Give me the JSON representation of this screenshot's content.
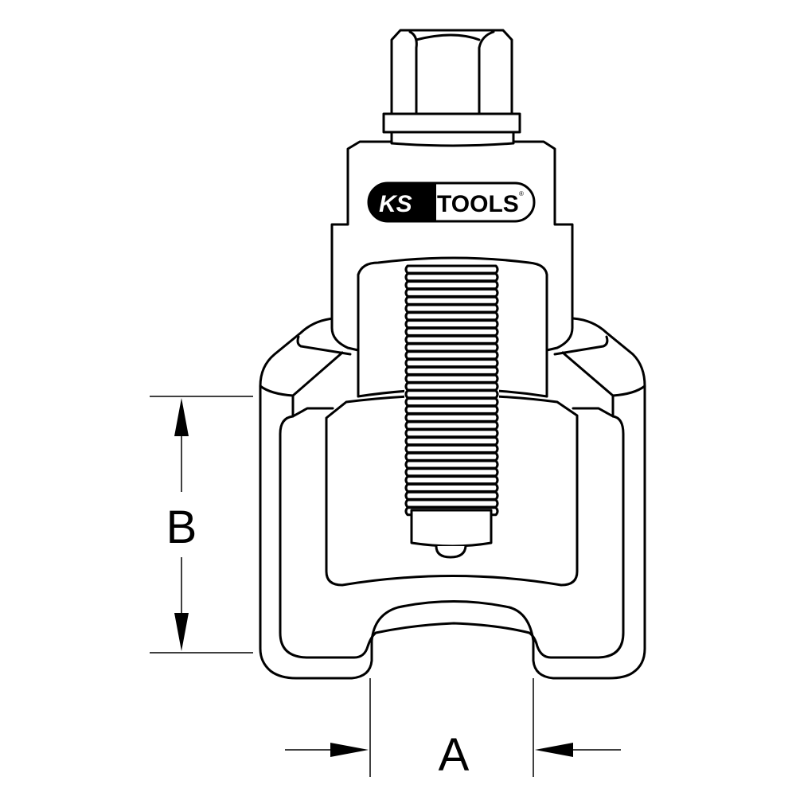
{
  "drawing": {
    "brand_logo": "KS TOOLS",
    "logo_parts": {
      "left": "KS",
      "right": "TOOLS",
      "mark": "®"
    },
    "dimension_a_label": "A",
    "dimension_b_label": "B",
    "line_color": "#000000",
    "background_color": "#ffffff"
  }
}
